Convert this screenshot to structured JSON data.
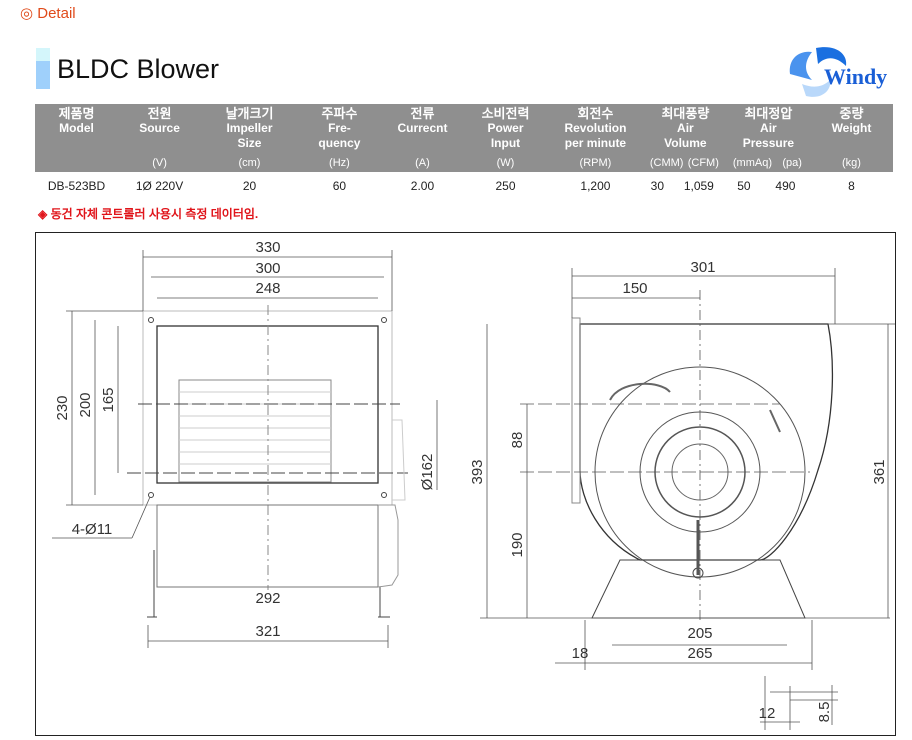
{
  "header": {
    "detail_label": "◎ Detail",
    "title": "BLDC Blower",
    "logo_text": "Windy"
  },
  "table": {
    "columns": [
      {
        "ko": "제품명",
        "en": "Model",
        "unit": ""
      },
      {
        "ko": "전원",
        "en": "Source",
        "unit": "(V)"
      },
      {
        "ko": "날개크기",
        "en": "Impeller Size",
        "unit": "(cm)"
      },
      {
        "ko": "주파수",
        "en": "Fre- quency",
        "unit": "(Hz)"
      },
      {
        "ko": "전류",
        "en": "Currecnt",
        "unit": "(A)"
      },
      {
        "ko": "소비전력",
        "en": "Power Input",
        "unit": "(W)"
      },
      {
        "ko": "회전수",
        "en": "Revolution per minute",
        "unit": "(RPM)"
      },
      {
        "ko": "최대풍량",
        "en": "Air Volume",
        "unit": "(CMM)",
        "unit2": "(CFM)"
      },
      {
        "ko": "최대정압",
        "en": "Air Pressure",
        "unit": "(mmAq)",
        "unit2": "(pa)"
      },
      {
        "ko": "중량",
        "en": "Weight",
        "unit": "(kg)"
      }
    ],
    "row": [
      "DB-523BD",
      "1Ø 220V",
      "20",
      "60",
      "2.00",
      "250",
      "1,200",
      "30",
      "1,059",
      "50",
      "490",
      "8"
    ]
  },
  "note": "◈ 동건 자체 콘트롤러 사용시 측정 데이터임.",
  "drawing": {
    "front": {
      "d330": "330",
      "d300": "300",
      "d248": "248",
      "d230": "230",
      "d200": "200",
      "d165": "165",
      "d162": "Ø162",
      "holes": "4-Ø11",
      "d292": "292",
      "d321": "321"
    },
    "side": {
      "d301": "301",
      "d150": "150",
      "d393": "393",
      "d88": "88",
      "d190": "190",
      "d361": "361",
      "d205": "205",
      "d265": "265",
      "d18": "18",
      "d12": "12",
      "d85": "8.5"
    }
  }
}
